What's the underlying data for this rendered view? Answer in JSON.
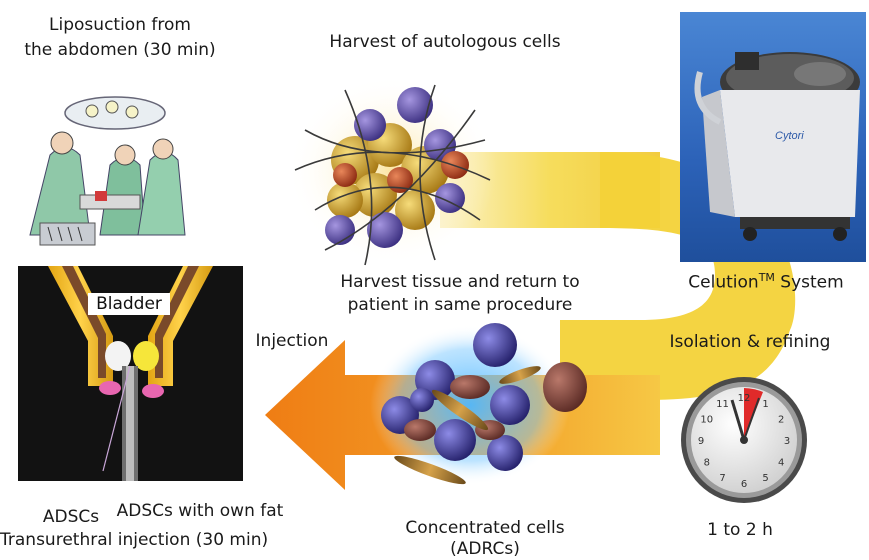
{
  "labels": {
    "liposuction_line1": "Liposuction from",
    "liposuction_line2": "the abdomen (30 min)",
    "harvest_cells": "Harvest of autologous cells",
    "celution_name": "Celution",
    "celution_tm": "TM",
    "celution_system": " System",
    "harvest_return_line1": "Harvest tissue and return to",
    "harvest_return_line2": "patient in same procedure",
    "injection": "Injection",
    "isolation": "Isolation & refining",
    "duration": "1 to 2 h",
    "concentrated_line1": "Concentrated cells",
    "concentrated_line2": "(ADRCs)",
    "bladder": "Bladder",
    "adscs": "ADSCs",
    "adscs_fat": "ADSCs with own fat",
    "transurethral": "Transurethral injection (30 min)",
    "device_brand": "Cytori"
  },
  "clock_numbers": [
    "12",
    "1",
    "2",
    "3",
    "4",
    "5",
    "6",
    "7",
    "8",
    "9",
    "10",
    "11"
  ],
  "colors": {
    "flow_yellow": "#f2cf2e",
    "arrow_orange": "#ee8a1a",
    "device_blue": "#2f6fc0",
    "cell_purple": "#5a4fa0",
    "cell_gold": "#c89a2a",
    "clock_red": "#e02a2a"
  }
}
